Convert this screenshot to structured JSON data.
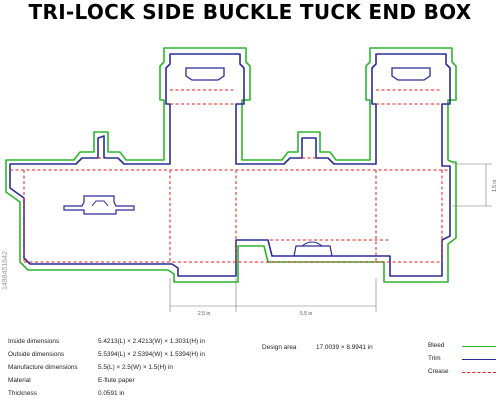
{
  "title": "TRI-LOCK SIDE BUCKLE TUCK END BOX",
  "dimensions": {
    "depth": "2.5 in",
    "length": "5.5 in",
    "height": "1.5 in"
  },
  "specs": [
    {
      "label": "Inside dimensions",
      "value": "5.4213(L) × 2.4213(W) × 1.3031(H) in"
    },
    {
      "label": "Outside dimensions",
      "value": "5.5394(L) × 2.5394(W) × 1.5394(H) in"
    },
    {
      "label": "Manufacture dimensions",
      "value": "5.5(L) × 2.5(W) × 1.5(H) in"
    },
    {
      "label": "Material",
      "value": "E-flute paper"
    },
    {
      "label": "Thickness",
      "value": "0.0591 in"
    }
  ],
  "design_area": {
    "label": "Design area",
    "value": "17.0039 × 8.9941 in"
  },
  "legend": [
    {
      "label": "Bleed",
      "color": "#2db52d",
      "style": "solid"
    },
    {
      "label": "Trim",
      "color": "#2b2b9a",
      "style": "solid"
    },
    {
      "label": "Crease",
      "color": "#e21d1d",
      "style": "dashed"
    }
  ],
  "watermark": "1498451642"
}
